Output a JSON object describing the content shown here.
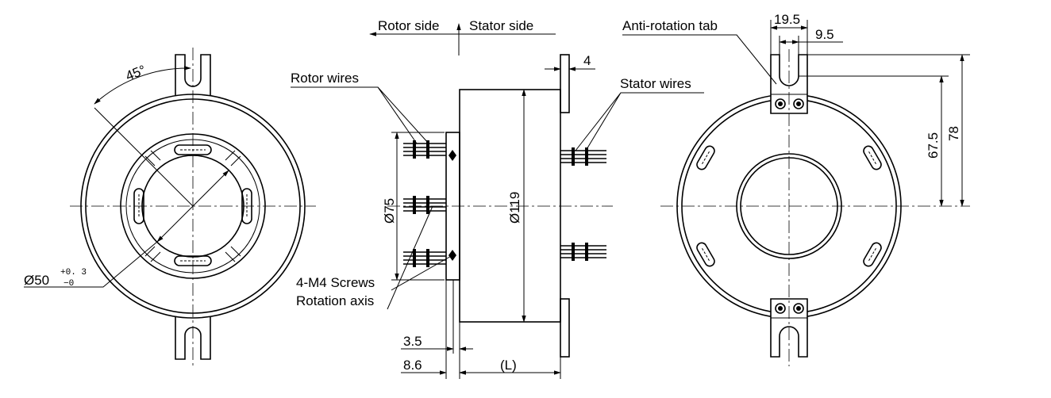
{
  "labels": {
    "rotor_side": "Rotor side",
    "stator_side": "Stator side",
    "anti_rotation_tab": "Anti-rotation tab",
    "rotor_wires": "Rotor wires",
    "stator_wires": "Stator wires",
    "screws": "4-M4 Screws",
    "rotation_axis": "Rotation axis"
  },
  "dimensions": {
    "angle": "45°",
    "bore_dia": "Ø50",
    "bore_tol_upper": "+0. 3",
    "bore_tol_lower": "−0",
    "flange_dia": "Ø75",
    "body_dia": "Ø119",
    "tab_width": "19.5",
    "slot_width": "9.5",
    "tab_thickness": "4",
    "height_67": "67.5",
    "height_78": "78",
    "flange_thk": "3.5",
    "flange_offset": "8.6",
    "length": "(L)"
  }
}
